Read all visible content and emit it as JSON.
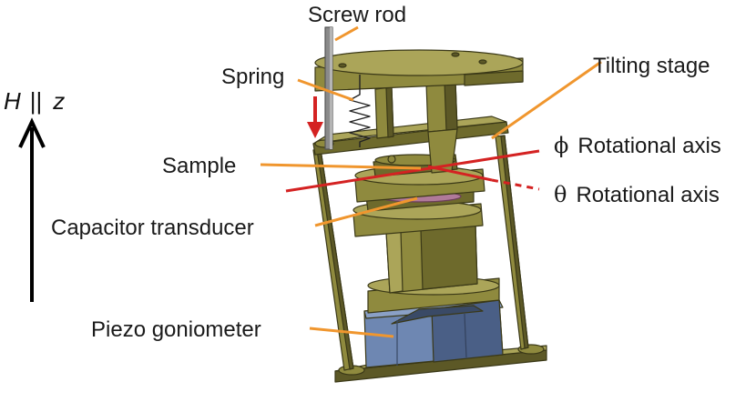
{
  "labels": {
    "screw_rod": "Screw rod",
    "spring": "Spring",
    "tilting_stage": "Tilting stage",
    "sample": "Sample",
    "phi_symbol": "ϕ",
    "phi_axis": "Rotational axis",
    "theta_symbol": "θ",
    "theta_axis": "Rotational axis",
    "capacitor_transducer": "Capacitor transducer",
    "piezo_goniometer": "Piezo goniometer",
    "field_H": "H",
    "field_parallel": "||",
    "field_z": "z"
  },
  "colors": {
    "callout_line": "#f0962e",
    "axis_line": "#d42222",
    "arrow_red": "#d42222",
    "field_arrow": "#000000",
    "olive_face": "#8f8a3e",
    "olive_light": "#aba559",
    "olive_dark": "#5c5826",
    "olive_edge": "#3a3817",
    "piezo_face": "#6e87b2",
    "piezo_dark": "#4a5f86",
    "screw_rod": "#8a8a8a"
  }
}
